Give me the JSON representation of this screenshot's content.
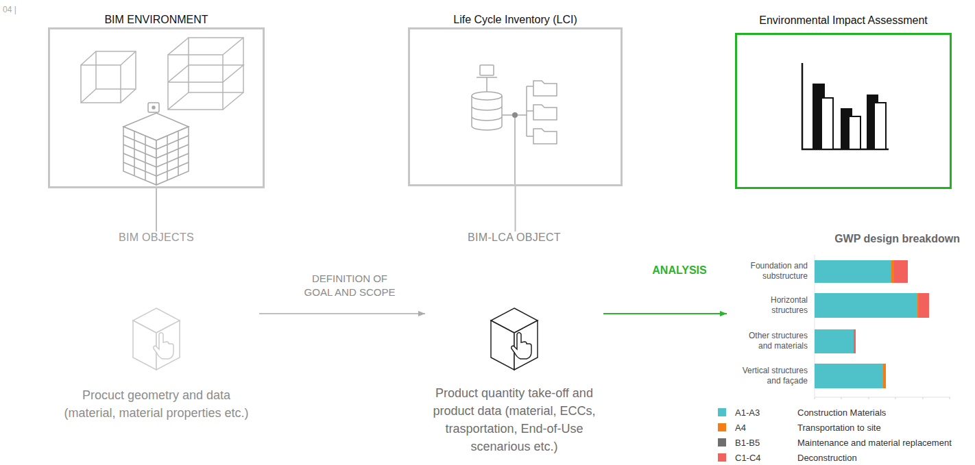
{
  "diagram": {
    "nodes": [
      {
        "text": [
          "BIM ENVIRONMENT"
        ]
      },
      {
        "text": [
          "Life Cycle Inventory (LCI)"
        ]
      },
      {
        "text": [
          "Environmental Impact Assessment"
        ]
      },
      {
        "text": [
          "BIM OBJECTS",
          "Procuct geometry and data (material, material properties etc.)"
        ]
      },
      {
        "text": [
          "BIM-LCA OBJECT",
          "Product quantity take-off and product data (material, ECCs, trasportation, End-of-Use scenarious etc.)"
        ]
      },
      {
        "text": [
          "GWP design breakdown"
        ]
      }
    ],
    "edges": [
      {
        "from": 0,
        "to": 3,
        "arrow": "none"
      },
      {
        "from": 1,
        "to": 4,
        "arrow": "none"
      },
      {
        "from": 3,
        "to": 4,
        "label": "DEFINITION OF GOAL AND SCOPE",
        "arrow": "to"
      },
      {
        "from": 4,
        "to": 5,
        "label": "ANALYSIS",
        "arrow": "to"
      }
    ],
    "labels": [
      "04 |",
      "Foundation and substructure",
      "Horizontal structures",
      "Other structures and materials",
      "Vertical structures and façade",
      "Construction Materials",
      "Transportation to site",
      "Maintenance and material replacement",
      "Deconstruction"
    ],
    "legend": [
      {
        "text": "A1-A3",
        "color": "#4fc1c9"
      },
      {
        "text": "A4",
        "color": "#f57d16"
      },
      {
        "text": "B1-B5",
        "color": "#6e6e6e"
      },
      {
        "text": "C1-C4",
        "color": "#f2615c"
      }
    ]
  }
}
